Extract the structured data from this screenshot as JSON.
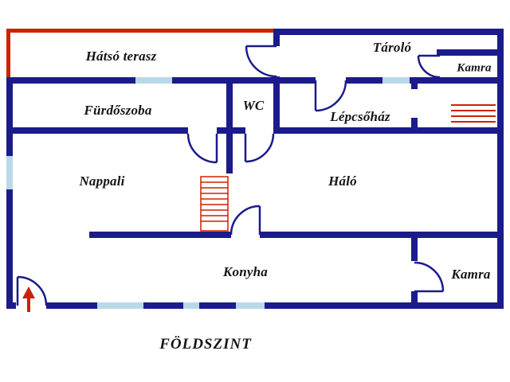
{
  "title": "FÖLDSZINT",
  "colors": {
    "wall": "#1b1b8c",
    "red": "#cc2200",
    "window": "#b8d9ea",
    "text": "#141414",
    "paper": "#ffffff"
  },
  "rooms": [
    {
      "id": "hatso-terasz",
      "label": "Hátsó terasz"
    },
    {
      "id": "tarolo",
      "label": "Tároló"
    },
    {
      "id": "kamra-felso",
      "label": "Kamra"
    },
    {
      "id": "furdoszoba",
      "label": "Fürdőszoba"
    },
    {
      "id": "wc",
      "label": "WC"
    },
    {
      "id": "lepcsohaz",
      "label": "Lépcsőház"
    },
    {
      "id": "nappali",
      "label": "Nappali"
    },
    {
      "id": "halo",
      "label": "Háló"
    },
    {
      "id": "konyha",
      "label": "Konyha"
    },
    {
      "id": "kamra-also",
      "label": "Kamra"
    }
  ]
}
